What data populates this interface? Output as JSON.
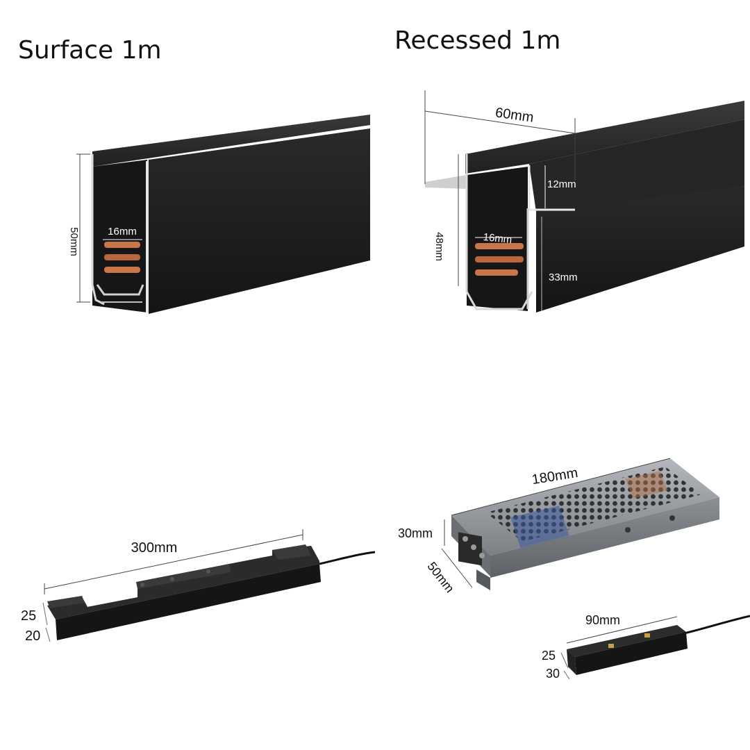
{
  "titles": {
    "surface": "Surface 1m",
    "recessed": "Recessed 1m"
  },
  "surface_track": {
    "height_dim": "50mm",
    "slot_dim": "16mm"
  },
  "recessed_track": {
    "width_dim": "60mm",
    "lip_dim": "12mm",
    "height_dim": "48mm",
    "slot_dim": "16mm",
    "body_dim": "33mm"
  },
  "linear_light": {
    "length_dim": "300mm",
    "dim_a": "25",
    "dim_b": "20"
  },
  "power_supply": {
    "length_dim": "180mm",
    "height_dim": "30mm",
    "depth_dim": "50mm"
  },
  "connector": {
    "length_dim": "90mm",
    "dim_a": "25",
    "dim_b": "30"
  },
  "colors": {
    "profile_black": "#1b1b1b",
    "copper": "#c8764a",
    "aluminium": "#8e9196",
    "dimension_text": "#111111"
  }
}
